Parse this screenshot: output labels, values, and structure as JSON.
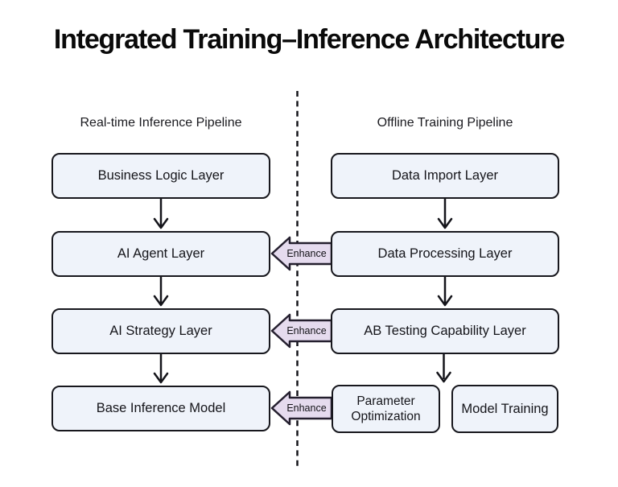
{
  "title": "Integrated Training–Inference Architecture",
  "columns": {
    "left": {
      "header": "Real-time Inference Pipeline",
      "boxes": [
        "Business Logic Layer",
        "AI Agent Layer",
        "AI Strategy Layer",
        "Base Inference Model"
      ]
    },
    "right": {
      "header": "Offline Training Pipeline",
      "boxes": [
        "Data Import Layer",
        "Data Processing Layer",
        "AB Testing Capability Layer",
        "Parameter Optimization",
        "Model Training"
      ]
    }
  },
  "down_arrows": [
    {
      "from": "Business Logic Layer",
      "to": "AI Agent Layer"
    },
    {
      "from": "AI Agent Layer",
      "to": "AI Strategy Layer"
    },
    {
      "from": "AI Strategy Layer",
      "to": "Base Inference Model"
    },
    {
      "from": "Data Import Layer",
      "to": "Data Processing Layer"
    },
    {
      "from": "Data Processing Layer",
      "to": "AB Testing Capability Layer"
    },
    {
      "from": "AB Testing Capability Layer",
      "to": "Parameter Optimization / Model Training"
    }
  ],
  "enhance_arrows": [
    {
      "label": "Enhance",
      "from": "Data Processing Layer",
      "to": "AI Agent Layer"
    },
    {
      "label": "Enhance",
      "from": "AB Testing Capability Layer",
      "to": "AI Strategy Layer"
    },
    {
      "label": "Enhance",
      "from": "Parameter Optimization",
      "to": "Base Inference Model"
    }
  ],
  "colors": {
    "box_fill": "#eff3fa",
    "box_border": "#17171d",
    "enhance_fill": "#e5dbee",
    "enhance_border": "#241f2e",
    "line_color": "#14141a",
    "text_color": "#15151a",
    "background": "#ffffff"
  }
}
